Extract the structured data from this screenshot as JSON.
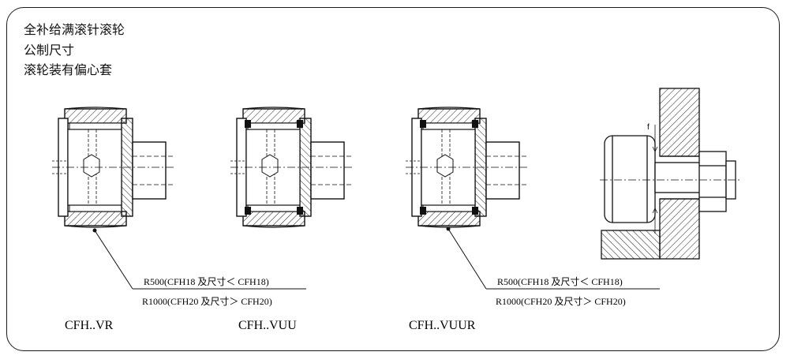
{
  "header": {
    "line1": "全补给满滚针滚轮",
    "line2": "公制尺寸",
    "line3": "滚轮装有偏心套"
  },
  "callouts": {
    "radius_small": "R500(CFH18 及尺寸＜ CFH18)",
    "radius_large": "R1000(CFH20 及尺寸＞ CFH20)"
  },
  "models": [
    "CFH..VR",
    "CFH..VUU",
    "CFH..VUUR"
  ],
  "install_gap_label": "f"
}
